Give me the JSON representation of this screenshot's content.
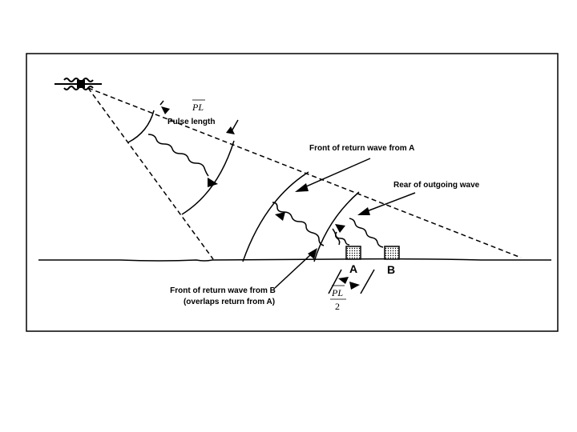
{
  "diagram": {
    "labels": {
      "pulse_length_symbol": "PL",
      "pulse_length": "Pulse length",
      "front_return_a": "Front of return wave from A",
      "rear_outgoing": "Rear of outgoing wave",
      "front_return_b_line1": "Front of return wave from B",
      "front_return_b_line2": "(overlaps return from A)",
      "target_a": "A",
      "target_b": "B",
      "half_pl_numerator": "PL",
      "half_pl_denominator": "2"
    },
    "colors": {
      "ink": "#000000",
      "background": "#ffffff"
    },
    "icons": [
      "satellite-icon",
      "target-a-icon",
      "target-b-icon"
    ]
  }
}
